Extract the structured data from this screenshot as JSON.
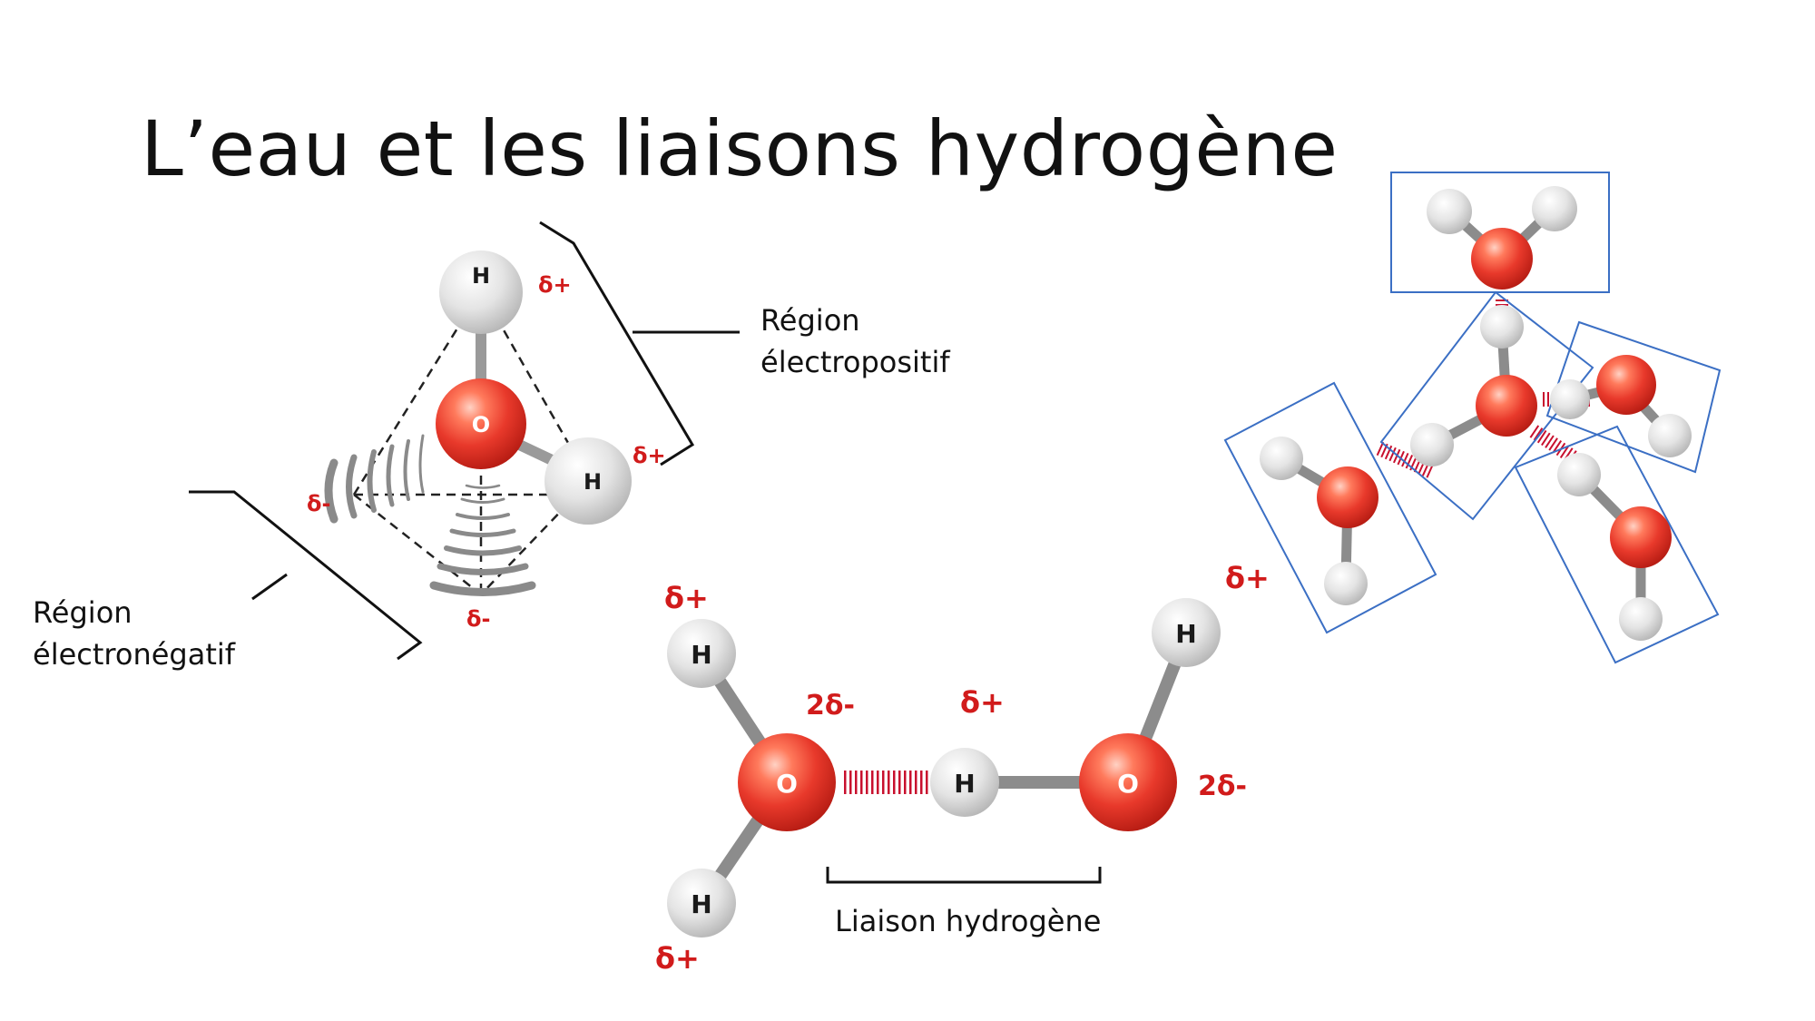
{
  "slide": {
    "title": "L’eau et les liaisons hydrogène"
  },
  "tetrahedral_model": {
    "hydrogen_top": "H",
    "hydrogen_right": "H",
    "oxygen": "O",
    "delta_top": "δ+",
    "delta_right": "δ+",
    "delta_left": "δ-",
    "delta_bottom": "δ-",
    "label_positive_line1": "Région",
    "label_positive_line2": "électropositif",
    "label_negative_line1": "Région",
    "label_negative_line2": "électronégatif"
  },
  "dimer_model": {
    "h_top_left": "H",
    "h_bottom_left": "H",
    "h_middle": "H",
    "h_top_right": "H",
    "o_left": "O",
    "o_right": "O",
    "delta_top_left": "δ+",
    "delta_bottom_left": "δ+",
    "delta_middle": "δ+",
    "delta_top_right": "δ+",
    "charge_left": "2δ-",
    "charge_right": "2δ-",
    "bond_label": "Liaison hydrogène"
  },
  "colors": {
    "oxygen": "#e8392b",
    "hydrogen": "#e4e4e4",
    "bond": "#8c8c8c",
    "hbond": "#c8102e",
    "delta_text": "#d11b1b",
    "molecule_box": "#3b6fc4"
  }
}
